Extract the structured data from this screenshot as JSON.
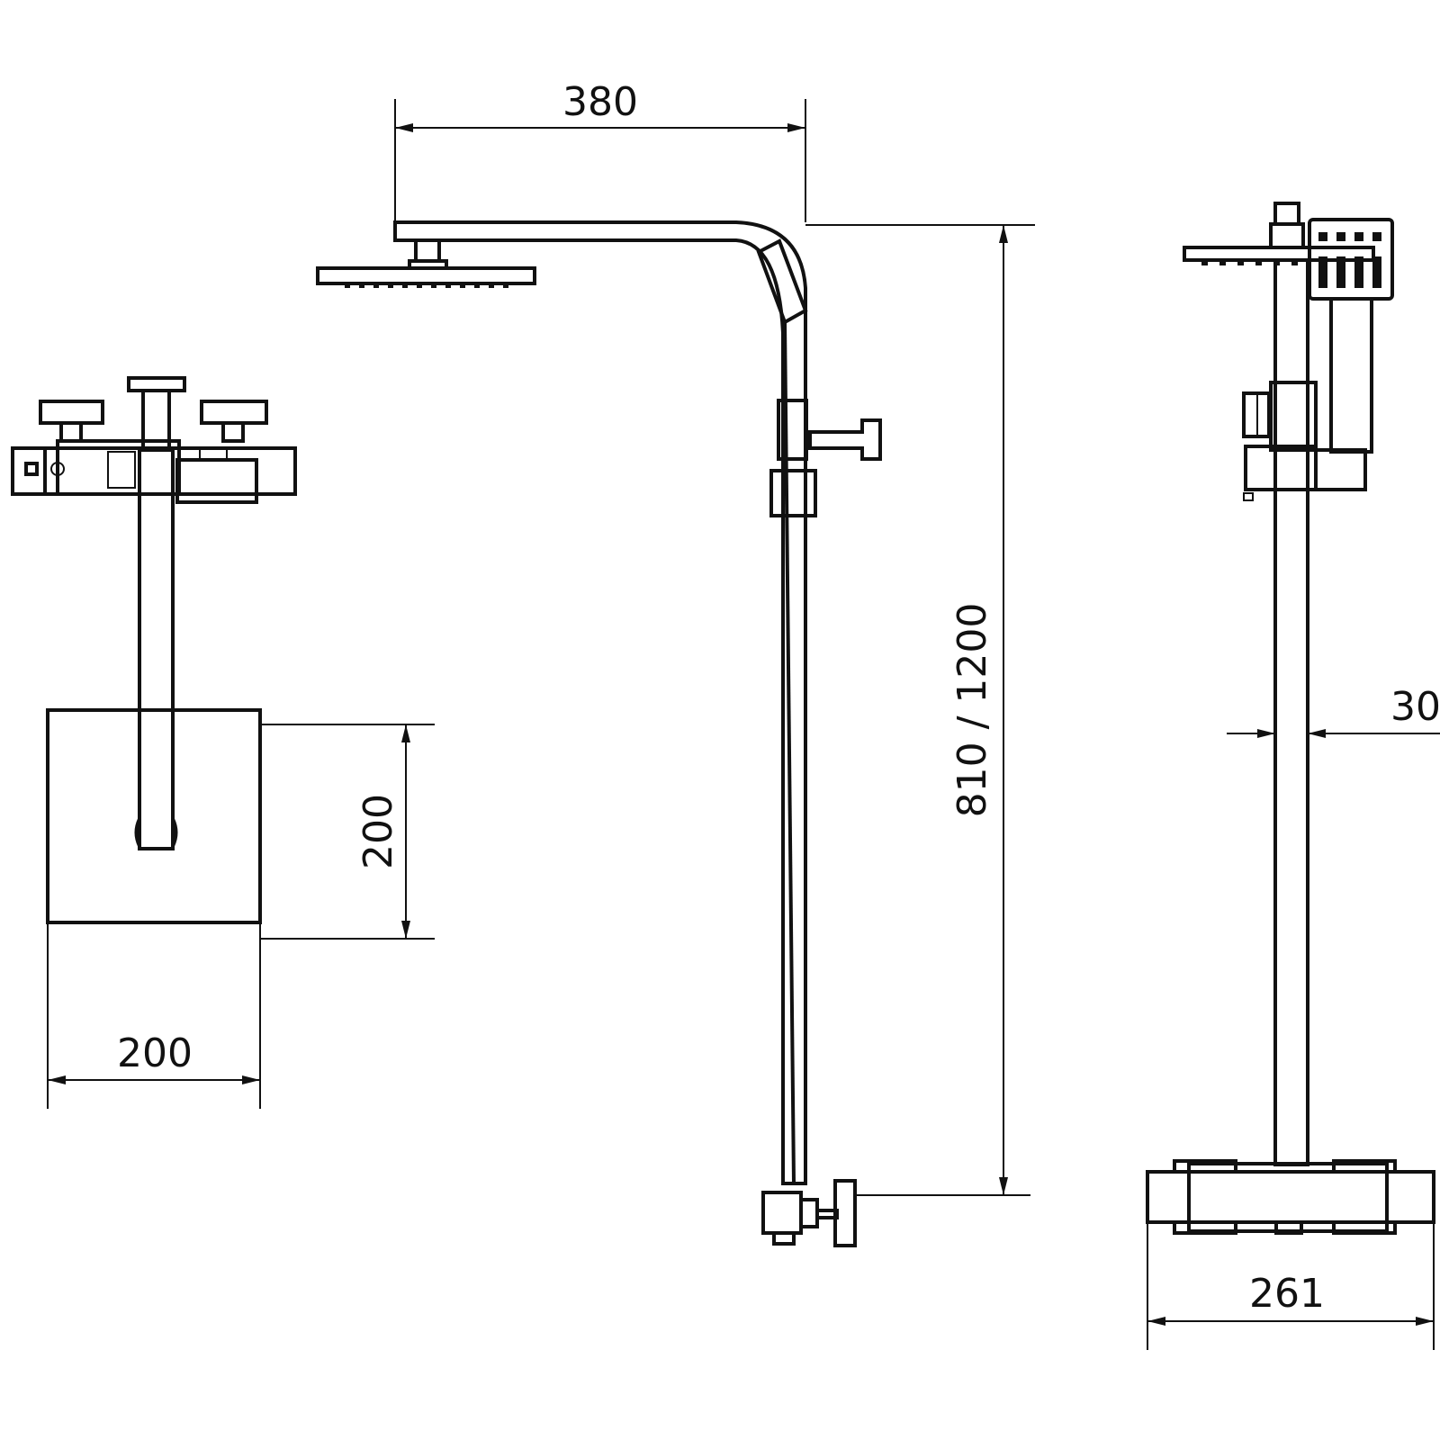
{
  "dimensions": {
    "top_view_width": "200",
    "top_view_depth": "200",
    "arm_length": "380",
    "height": "810 / 1200",
    "pipe_diameter": "30",
    "mixer_width": "261"
  }
}
